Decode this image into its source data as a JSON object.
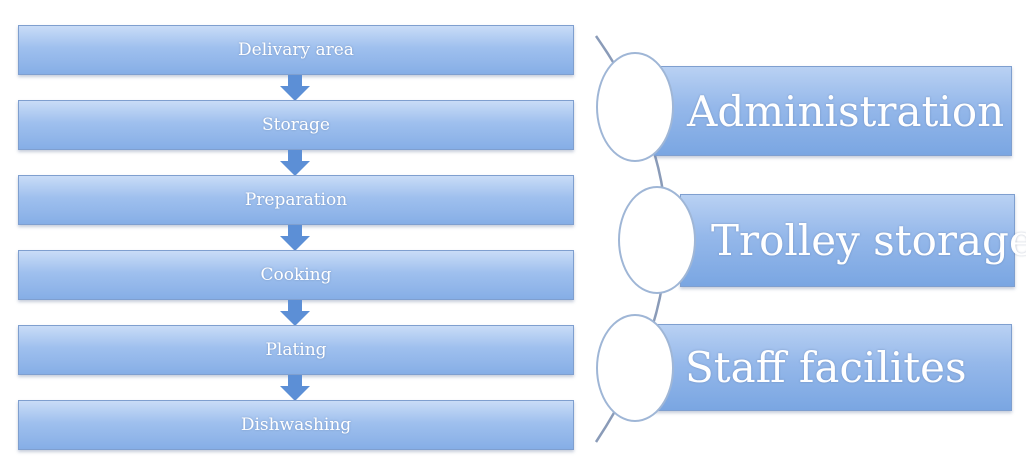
{
  "process_steps": [
    {
      "label": "Delivary area"
    },
    {
      "label": "Storage"
    },
    {
      "label": "Preparation"
    },
    {
      "label": "Cooking"
    },
    {
      "label": "Plating"
    },
    {
      "label": "Dishwashing"
    }
  ],
  "support_areas": [
    {
      "label": "Administration"
    },
    {
      "label": "Trolley storage"
    },
    {
      "label": "Staff facilites"
    }
  ],
  "colors": {
    "box_fill": "#9fc0ee",
    "arrow": "#5c8fd6",
    "text": "#ffffff"
  }
}
